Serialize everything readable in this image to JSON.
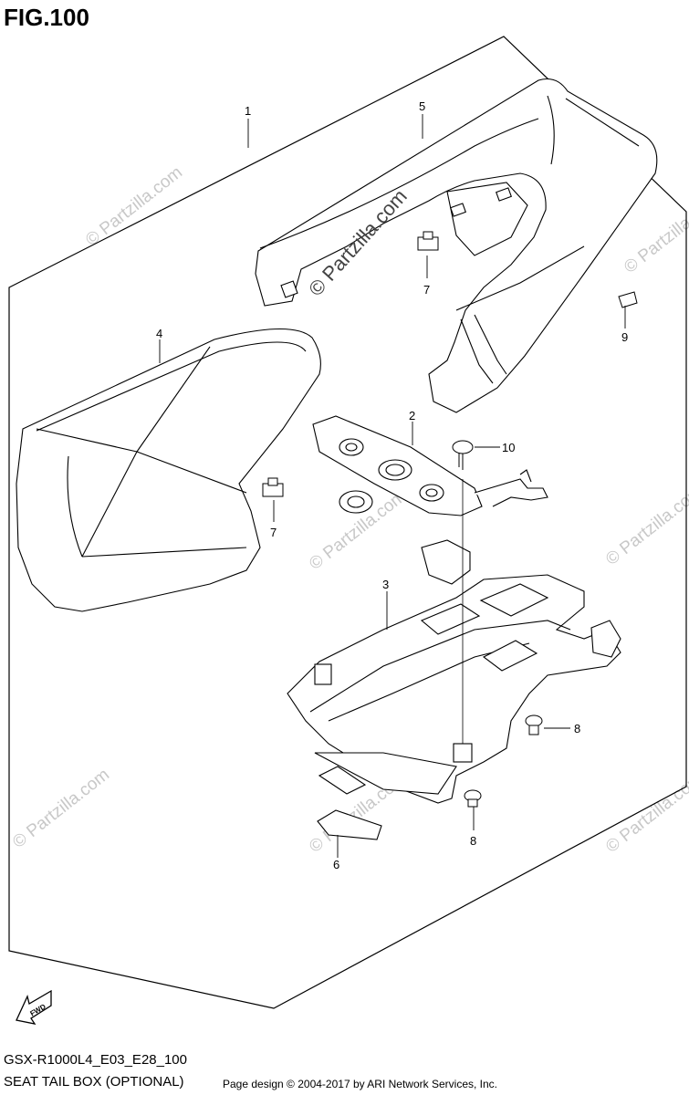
{
  "figure": {
    "title": "FIG.100",
    "model_code": "GSX-R1000L4_E03_E28_100",
    "subtitle": "SEAT TAIL BOX (OPTIONAL)",
    "credit": "Page design © 2004-2017 by ARI Network Services, Inc.",
    "fwd_label": "FWD"
  },
  "callouts": [
    "1",
    "2",
    "3",
    "4",
    "5",
    "6",
    "7",
    "7",
    "8",
    "8",
    "9",
    "10"
  ],
  "watermark": {
    "text": "© Partzilla.com",
    "featured_text": "© Partzilla.com"
  }
}
